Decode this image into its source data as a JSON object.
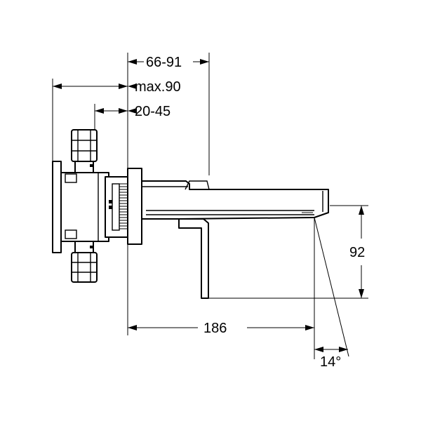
{
  "dimensions": {
    "wall_range": "66-91",
    "max_depth": "max.90",
    "cover_range": "20-45",
    "projection": "186",
    "spout_height": "92",
    "angle": "14°"
  },
  "colors": {
    "line": "#000000",
    "background": "#ffffff"
  }
}
